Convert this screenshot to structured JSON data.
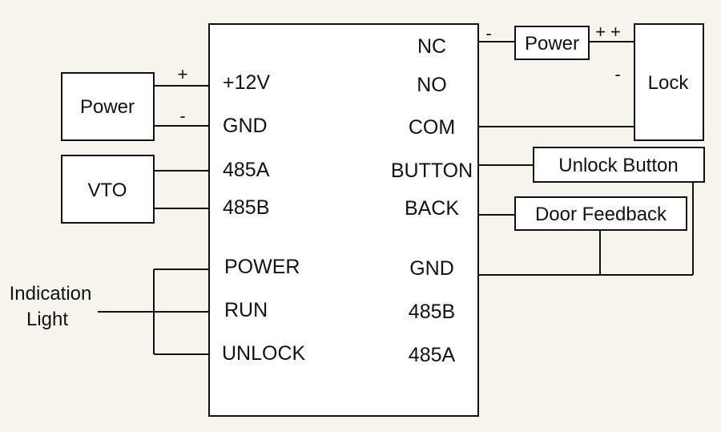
{
  "controller": {
    "left_pins": [
      "+12V",
      "GND",
      "485A",
      "485B",
      "POWER",
      "RUN",
      "UNLOCK"
    ],
    "right_pins": [
      "NC",
      "NO",
      "COM",
      "BUTTON",
      "BACK",
      "GND",
      "485B",
      "485A"
    ]
  },
  "left_power": {
    "label": "Power",
    "plus": "+",
    "minus": "-"
  },
  "vto": {
    "label": "VTO"
  },
  "indication": {
    "line1": "Indication",
    "line2": "Light"
  },
  "lock_power": {
    "label": "Power",
    "minus": "-",
    "plus": "+ +"
  },
  "lock": {
    "label": "Lock",
    "minus": "-"
  },
  "unlock_button": {
    "label": "Unlock Button"
  },
  "door_feedback": {
    "label": "Door Feedback"
  }
}
